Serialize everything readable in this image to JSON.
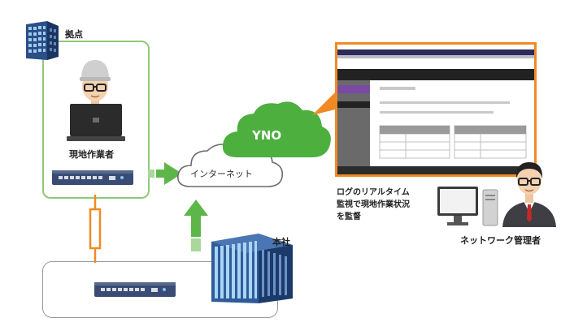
{
  "labels": {
    "base": "拠点",
    "field_worker": "現地作業者",
    "internet": "インターネット",
    "cloud_service": "YNO",
    "headquarters": "本社",
    "monitor_caption": [
      "ログのリアルタイム",
      "監視で現地作業状況",
      "を監督"
    ],
    "network_manager": "ネットワーク管理者"
  },
  "icons": {
    "building_small": "building-icon",
    "building_large": "building-icon",
    "worker": "field-worker-icon",
    "laptop": "laptop-icon",
    "router": "router-icon",
    "cloud": "cloud-icon",
    "vpn": "vpn-tunnel-icon",
    "monitor": "monitor-icon",
    "manager": "manager-icon"
  },
  "colors": {
    "base_border": "#8ec97a",
    "arrow_green": "#5db64a",
    "cloud_green": "#4caf3e",
    "vpn_orange": "#f08a24",
    "screen_frame": "#f08a24",
    "headquarters_border": "#9a9a9a"
  }
}
